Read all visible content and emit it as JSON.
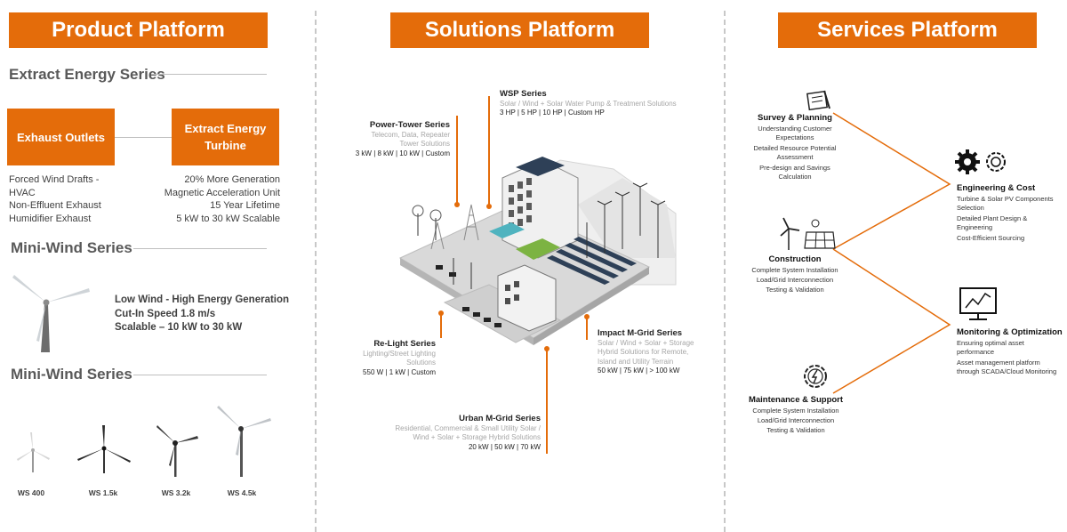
{
  "headers": {
    "product": "Product Platform",
    "solutions": "Solutions Platform",
    "services": "Services Platform"
  },
  "colors": {
    "accent": "#e46c0a",
    "dashed_divider": "#c8c8c8",
    "grey_text": "#a6a6a6"
  },
  "product": {
    "extract_title": "Extract Energy Series",
    "exhaust_box": "Exhaust Outlets",
    "turbine_box": "Extract Energy Turbine",
    "exhaust_items": [
      "Forced Wind Drafts -",
      "HVAC",
      "Non-Effluent Exhaust",
      "Humidifier Exhaust"
    ],
    "turbine_items": [
      "20% More Generation",
      "Magnetic Acceleration Unit",
      "15 Year Lifetime",
      "5 kW to 30 kW Scalable"
    ],
    "mini_wind_title_1": "Mini-Wind Series",
    "mini_wind_features": [
      "Low Wind - High Energy Generation",
      "Cut-In Speed 1.8 m/s",
      "Scalable – 10 kW to 30 kW"
    ],
    "mini_wind_title_2": "Mini-Wind Series",
    "models": [
      "WS 400",
      "WS 1.5k",
      "WS 3.2k",
      "WS 4.5k"
    ]
  },
  "solutions": {
    "wsp": {
      "title": "WSP Series",
      "desc": "Solar / Wind + Solar Water Pump & Treatment Solutions",
      "specs": "3 HP | 5 HP | 10 HP | Custom HP"
    },
    "power_tower": {
      "title": "Power-Tower Series",
      "desc": [
        "Telecom, Data, Repeater",
        "Tower Solutions"
      ],
      "specs": "3 kW | 8 kW | 10 kW | Custom"
    },
    "relight": {
      "title": "Re-Light Series",
      "desc": [
        "Lighting/Street Lighting",
        "Solutions"
      ],
      "specs": "550 W | 1 kW | Custom"
    },
    "impact": {
      "title": "Impact M-Grid Series",
      "desc": [
        "Solar / Wind + Solar + Storage",
        "Hybrid Solutions for Remote,",
        "Island and Utility Terrain"
      ],
      "specs": "50 kW | 75 kW | > 100 kW"
    },
    "urban": {
      "title": "Urban M-Grid Series",
      "desc": [
        "Residential, Commercial & Small Utility Solar /",
        "Wind + Solar + Storage Hybrid Solutions"
      ],
      "specs": "20 kW | 50 kW | 70 kW"
    }
  },
  "services": {
    "survey": {
      "title": "Survey & Planning",
      "lines": [
        "Understanding Customer",
        "Expectations",
        "Detailed Resource Potential",
        "Assessment",
        "Pre-design and Savings",
        "Calculation"
      ],
      "icon": "blueprint-icon"
    },
    "construction": {
      "title": "Construction",
      "lines": [
        "Complete System Installation",
        "Load/Grid Interconnection",
        "Testing & Validation"
      ],
      "icon": "wind-solar-icon"
    },
    "maintenance": {
      "title": "Maintenance & Support",
      "lines": [
        "Complete System Installation",
        "Load/Grid Interconnection",
        "Testing & Validation"
      ],
      "icon": "gear-bolt-icon"
    },
    "engineering": {
      "title": "Engineering & Cost",
      "lines": [
        "Turbine & Solar PV Components",
        "Selection",
        "Detailed Plant Design &",
        "Engineering",
        "Cost-Efficient Sourcing"
      ],
      "icon": "gears-icon"
    },
    "monitoring": {
      "title": "Monitoring & Optimization",
      "lines": [
        "Ensuring optimal asset",
        "performance",
        "Asset management platform",
        "through SCADA/Cloud Monitoring"
      ],
      "icon": "monitor-icon"
    }
  }
}
